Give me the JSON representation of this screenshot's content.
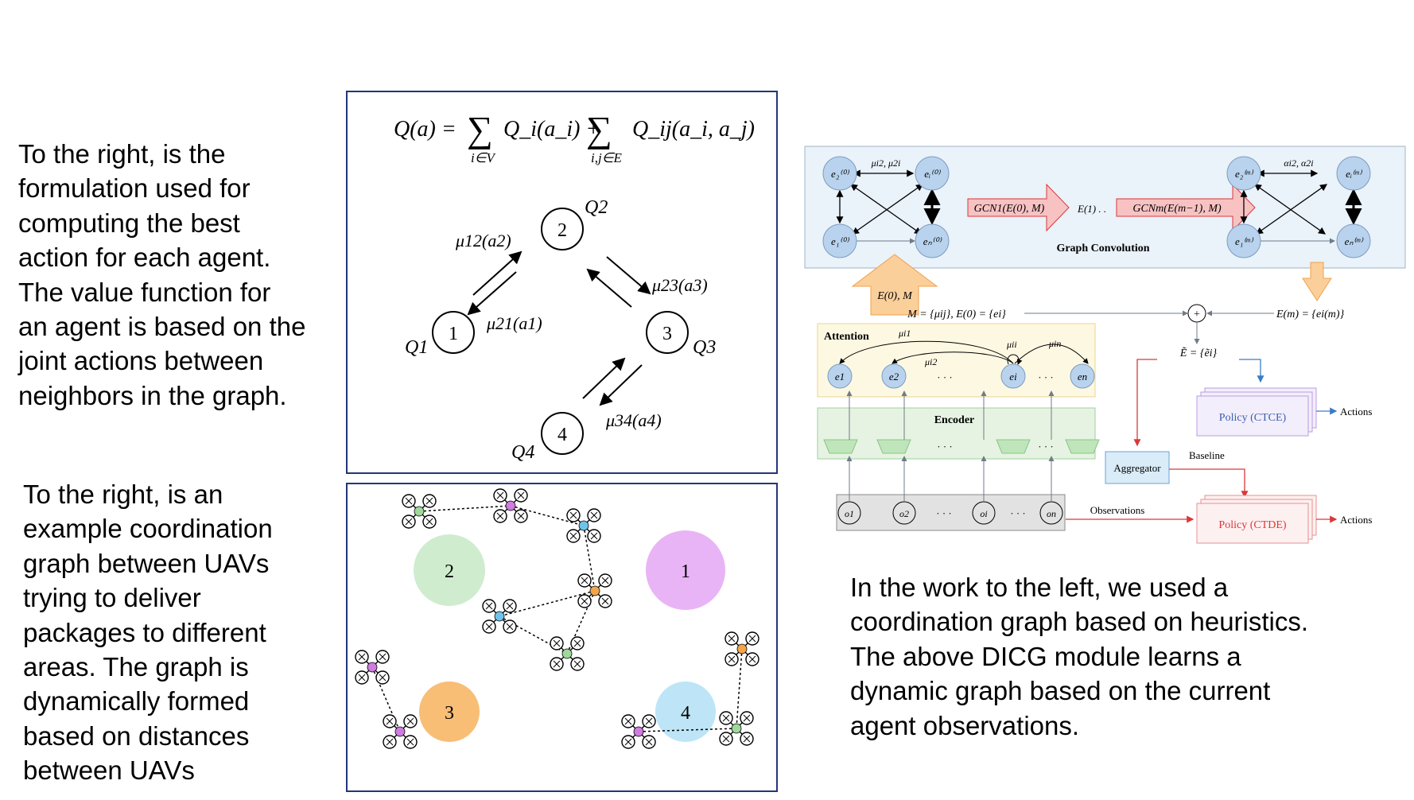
{
  "text_left_top": "To the right, is the\nformulation used for\ncomputing the best\naction for each agent.\nThe value function for\nan agent is based on the\njoint actions between\nneighbors in the graph.",
  "text_left_bottom": "To the right, is an\nexample coordination\ngraph between UAVs\ntrying to deliver\npackages to different\nareas.  The graph is\ndynamically formed\nbased on distances\nbetween UAVs",
  "text_right_bottom": "In the work to the left, we used a\ncoordination graph based on heuristics.\nThe above DICG module learns a\ndynamic graph based on the current\nagent observations.",
  "formula": {
    "lhs": "Q(a) =",
    "sum1": "∑",
    "sum1_sub": "i∈V",
    "term1": "Q_i(a_i) +",
    "sum2": "∑",
    "sum2_sub": "i,j∈E",
    "term2": "Q_ij(a_i, a_j)"
  },
  "coord_graph": {
    "nodes": [
      "1",
      "2",
      "3",
      "4"
    ],
    "q_labels": [
      "Q1",
      "Q2",
      "Q3",
      "Q4"
    ],
    "messages": [
      "μ12(a2)",
      "μ21(a1)",
      "μ23(a3)",
      "μ34(a4)"
    ]
  },
  "uav_map": {
    "zones": [
      {
        "label": "1",
        "color": "#e9b4f5"
      },
      {
        "label": "2",
        "color": "#cfeccf"
      },
      {
        "label": "3",
        "color": "#f8be75"
      },
      {
        "label": "4",
        "color": "#bde5f7"
      }
    ]
  },
  "dicg": {
    "graph_convolution_label": "Graph Convolution",
    "gcn1": "GCN1(E(0), M)",
    "gcnm": "GCNm(E(m−1), M)",
    "e1_dots": "E(1) . .",
    "input_arrow": "E(0), M",
    "m_def": "M = {μij}, E(0) = {ei}",
    "em_def": "E(m) = {ei(m)}",
    "e_tilde": "Ẽ = {ẽi}",
    "attention_label": "Attention",
    "encoder_label": "Encoder",
    "aggregator_label": "Aggregator",
    "baseline_label": "Baseline",
    "observations_label": "Observations",
    "policy_ctce": "Policy (CTCE)",
    "policy_ctde": "Policy (CTDE)",
    "actions_1": "Actions",
    "actions_2": "Actions",
    "attention_nodes": [
      "e1",
      "e2",
      "ei",
      "en"
    ],
    "obs_nodes": [
      "o1",
      "o2",
      "oi",
      "on"
    ],
    "mu_labels": [
      "μi1",
      "μi2",
      "μii",
      "μin"
    ],
    "top_edge_label_left": "μi2, μ2i",
    "top_edge_label_right": "αi2, α2i",
    "colors": {
      "node_blue": "#b9d3ee",
      "panel_blue": "#eaf2fa",
      "gcn_pink": "#f8c2c2",
      "arrow_orange": "#fbcf9a",
      "attention_yellow": "#fdf8e2",
      "encoder_green": "#e6f3e2",
      "red": "#d9383a",
      "blue": "#3a7cc7"
    }
  }
}
